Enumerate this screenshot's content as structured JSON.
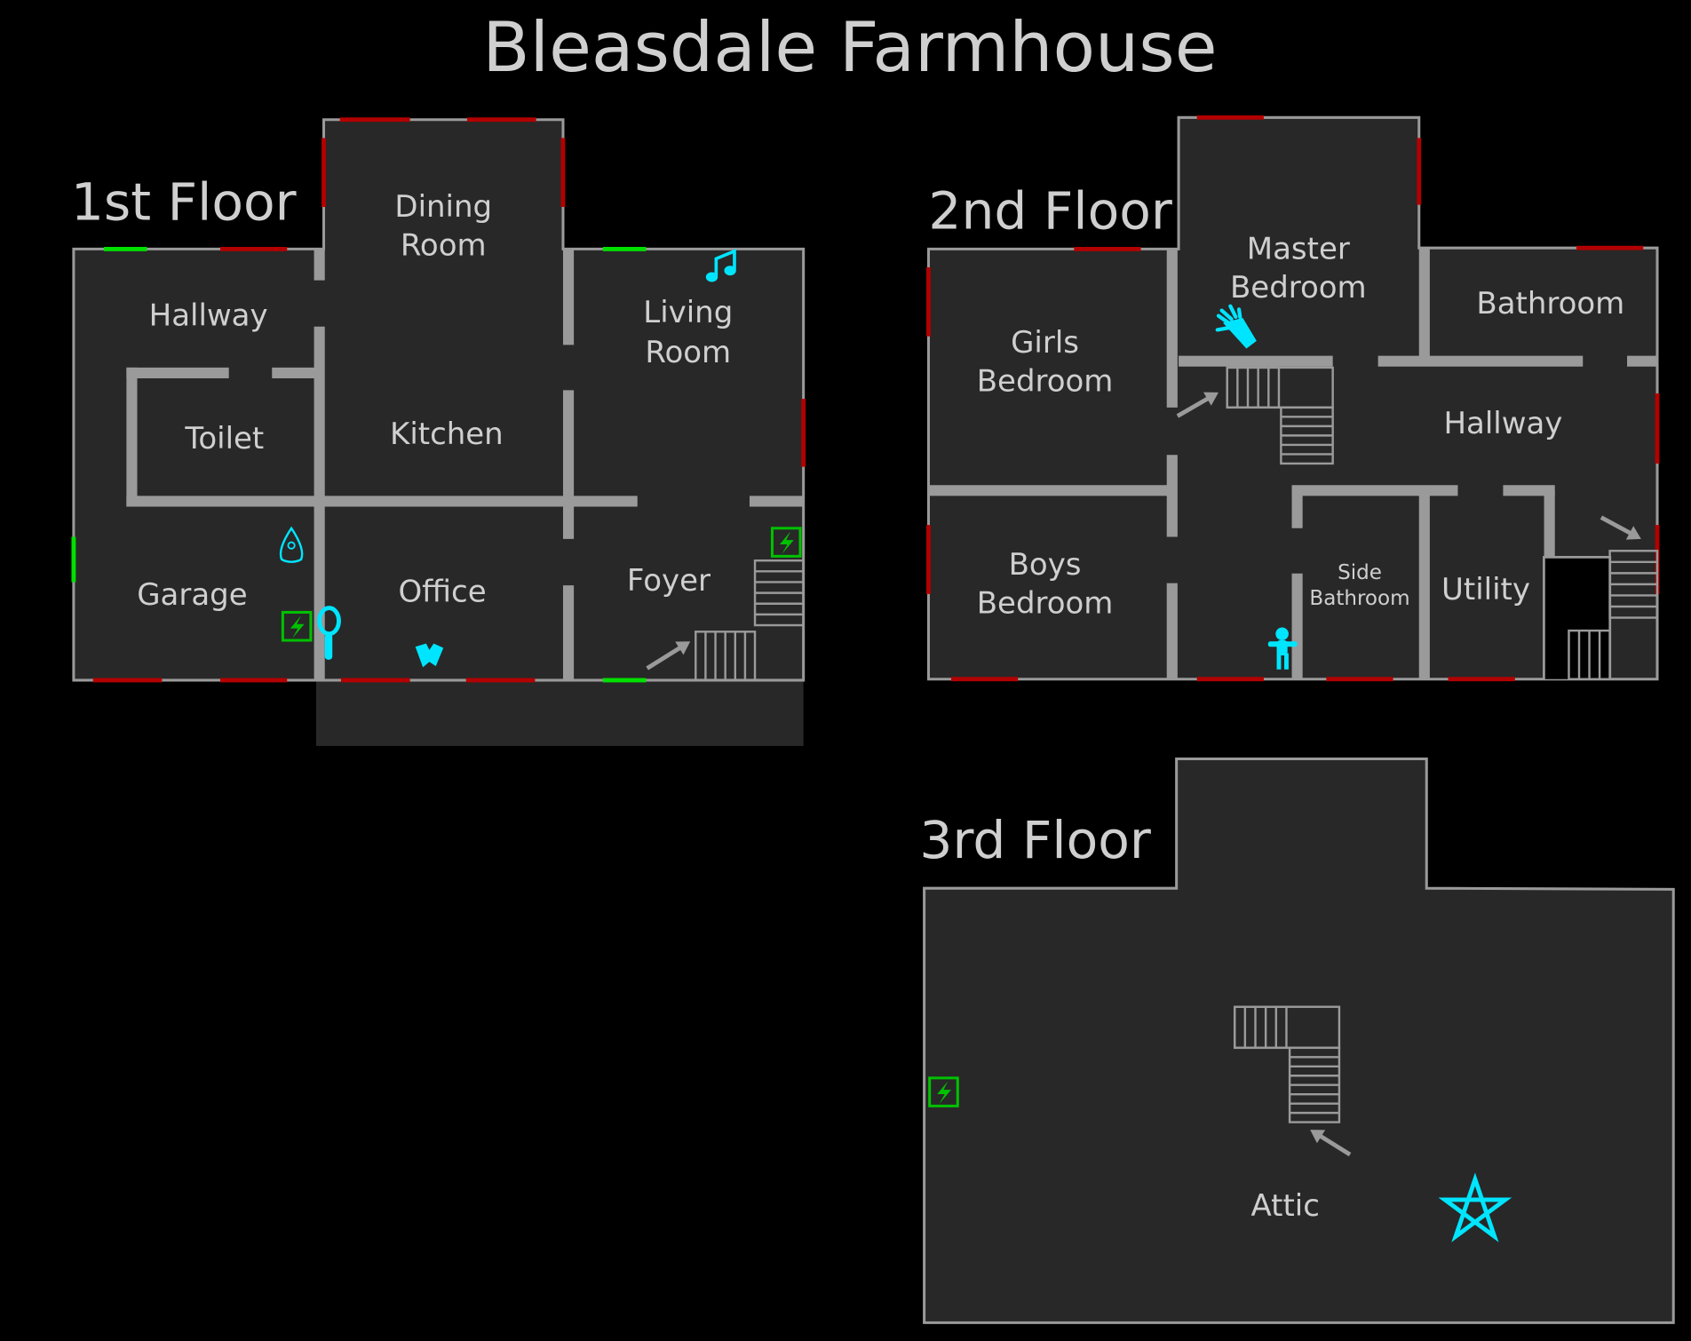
{
  "title": "Bleasdale Farmhouse",
  "colors": {
    "background": "#000000",
    "room": "#282828",
    "wall": "#9a9a9a",
    "window_closed": "#b30000",
    "window_open": "#00e000",
    "evidence": "#00e5ff",
    "emf": "#00c000"
  },
  "floors": [
    {
      "label": "1st Floor",
      "rooms": {
        "dining_1": "Dining",
        "dining_2": "Room",
        "hallway": "Hallway",
        "living_1": "Living",
        "living_2": "Room",
        "toilet": "Toilet",
        "kitchen": "Kitchen",
        "garage": "Garage",
        "office": "Office",
        "foyer": "Foyer"
      }
    },
    {
      "label": "2nd Floor",
      "rooms": {
        "girls_1": "Girls",
        "girls_2": "Bedroom",
        "master_1": "Master",
        "master_2": "Bedroom",
        "bathroom": "Bathroom",
        "hallway": "Hallway",
        "boys_1": "Boys",
        "boys_2": "Bedroom",
        "side_1": "Side",
        "side_2": "Bathroom",
        "utility": "Utility"
      }
    },
    {
      "label": "3rd Floor",
      "rooms": {
        "attic": "Attic"
      }
    }
  ],
  "icons": [
    "music-note-icon",
    "spirit-flame-icon",
    "emf-lightning-icon",
    "magnifier-icon",
    "tarot-cards-icon",
    "hand-icon",
    "voodoo-doll-icon",
    "pentagram-icon",
    "stairs-arrow-icon"
  ]
}
